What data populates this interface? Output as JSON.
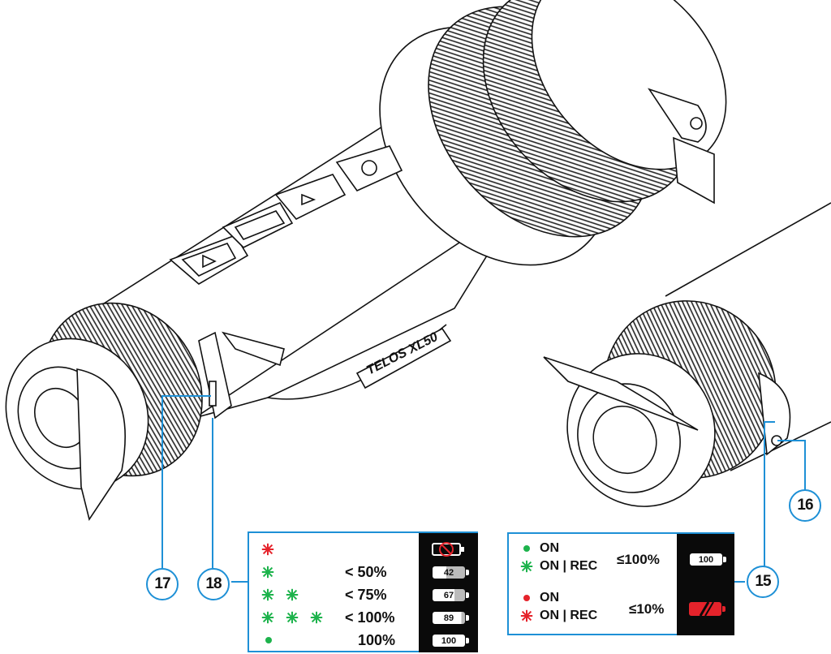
{
  "callouts": {
    "c15": "15",
    "c16": "16",
    "c17": "17",
    "c18": "18"
  },
  "device_label": "TELOS XL50",
  "left_table": {
    "rows": [
      {
        "indicator": "red-blink",
        "text": "",
        "battery": ""
      },
      {
        "indicator": "green-blink-1",
        "text": "< 50%",
        "battery": "42"
      },
      {
        "indicator": "green-blink-2",
        "text": "< 75%",
        "battery": "67"
      },
      {
        "indicator": "green-blink-3",
        "text": "< 100%",
        "battery": "89"
      },
      {
        "indicator": "green-dot",
        "text": "100%",
        "battery": "100"
      }
    ]
  },
  "right_table": {
    "on_label": "ON",
    "on_rec_label": "ON | REC",
    "high_level": "≤100%",
    "low_level": "≤10%",
    "battery_full": "100"
  },
  "colors": {
    "callout_blue": "#1e90d6",
    "led_green": "#1db34c",
    "led_red": "#e5232b"
  }
}
